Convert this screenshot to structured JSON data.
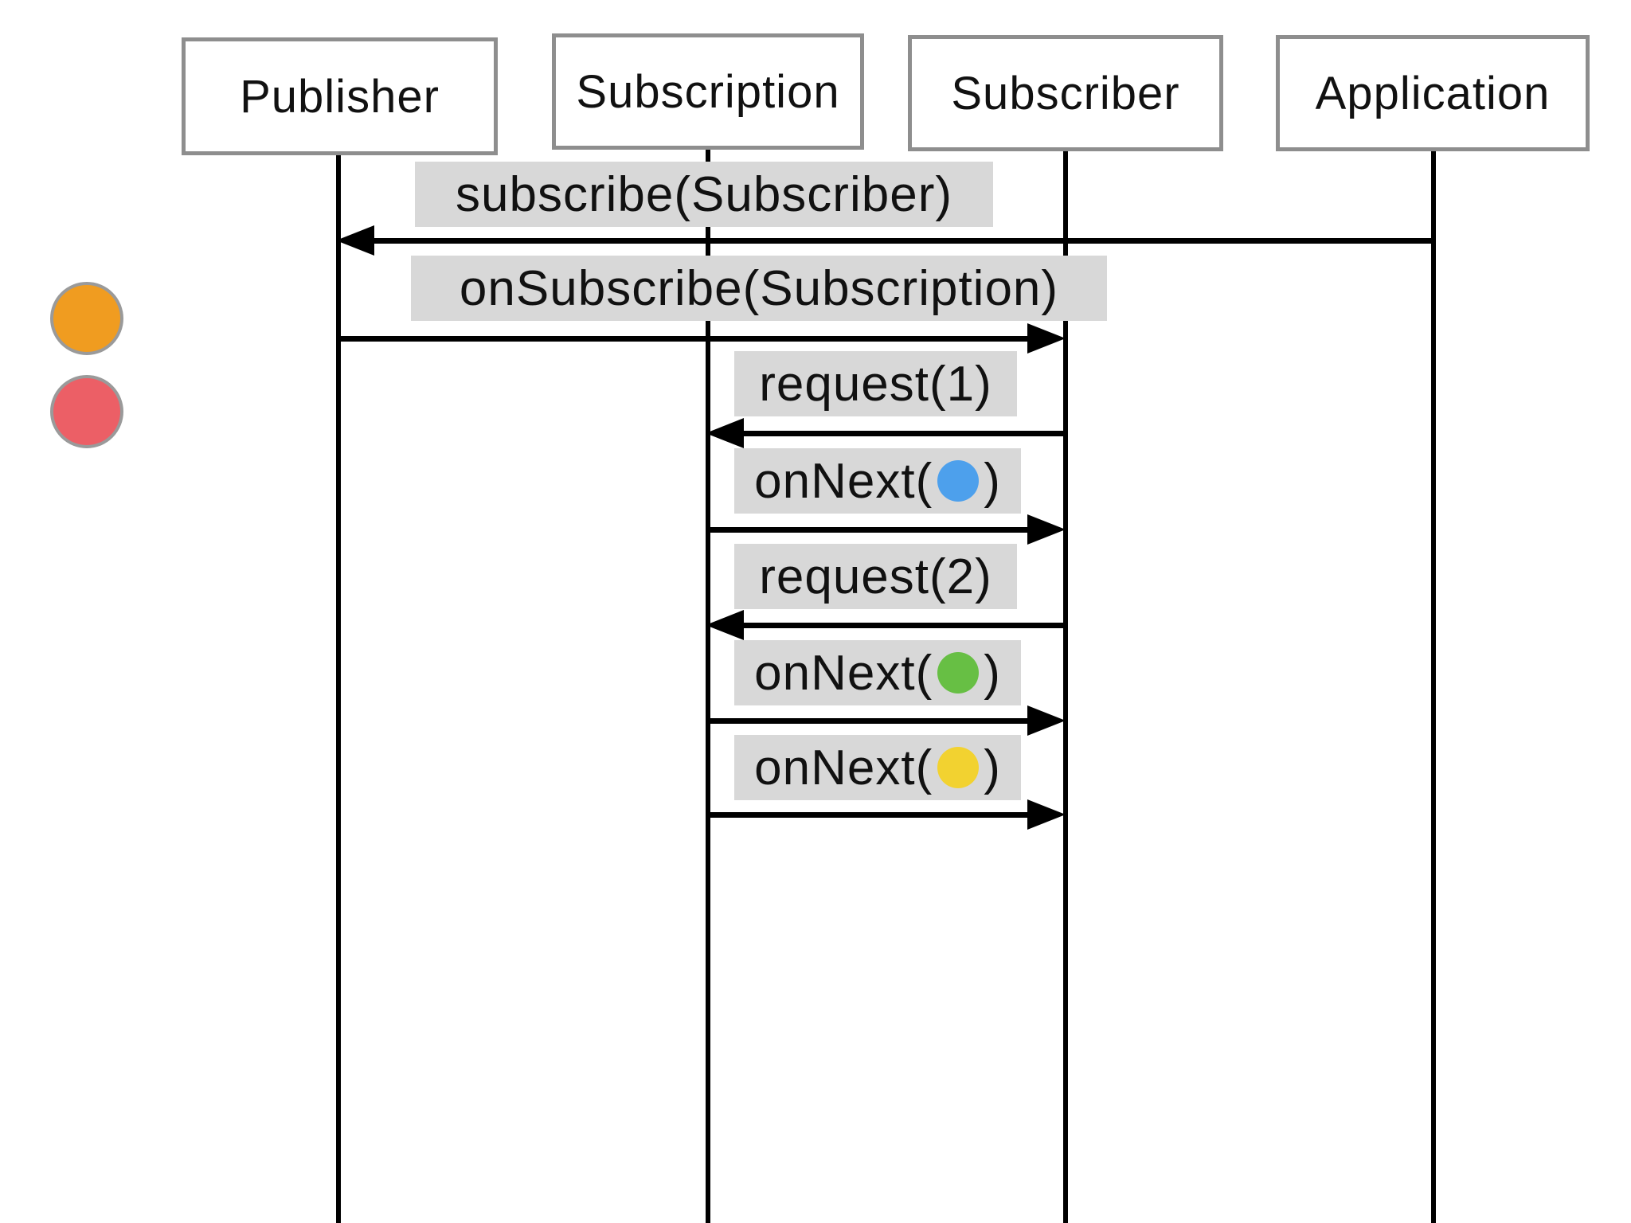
{
  "diagram": {
    "kind": "sequence-diagram",
    "background": "#ffffff",
    "colors": {
      "actor_border": "#8e8e8e",
      "lifeline": "#000000",
      "arrow": "#000000",
      "label_background": "#d8d8d8",
      "text": "#111111",
      "item_blue": "#4da0ec",
      "item_green": "#67bf44",
      "item_yellow": "#f2d230",
      "pending_orange": "#f09c20",
      "pending_red": "#ec5f66"
    },
    "actors": [
      {
        "label": "Publisher"
      },
      {
        "label": "Subscription"
      },
      {
        "label": "Subscriber"
      },
      {
        "label": "Application"
      }
    ],
    "messages": [
      {
        "label": "subscribe(Subscriber)",
        "from": "Application",
        "to": "Publisher",
        "direction": "left"
      },
      {
        "label": "onSubscribe(Subscription)",
        "from": "Publisher",
        "to": "Subscriber",
        "direction": "right"
      },
      {
        "label": "request(1)",
        "from": "Subscriber",
        "to": "Subscription",
        "direction": "left"
      },
      {
        "label_prefix": "onNext(",
        "label_suffix": ")",
        "item_color": "#4da0ec",
        "from": "Subscription",
        "to": "Subscriber",
        "direction": "right"
      },
      {
        "label": "request(2)",
        "from": "Subscriber",
        "to": "Subscription",
        "direction": "left"
      },
      {
        "label_prefix": "onNext(",
        "label_suffix": ")",
        "item_color": "#67bf44",
        "from": "Subscription",
        "to": "Subscriber",
        "direction": "right"
      },
      {
        "label_prefix": "onNext(",
        "label_suffix": ")",
        "item_color": "#f2d230",
        "from": "Subscription",
        "to": "Subscriber",
        "direction": "right"
      }
    ],
    "pending_items": [
      {
        "color": "#f09c20"
      },
      {
        "color": "#ec5f66"
      }
    ]
  }
}
